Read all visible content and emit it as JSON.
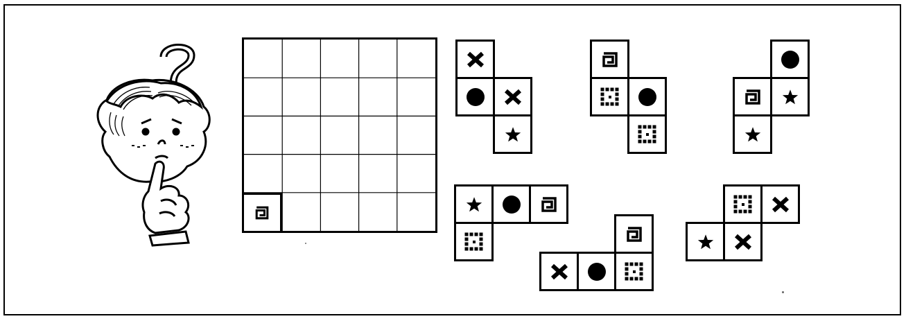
{
  "puzzle": {
    "board": {
      "rows": 5,
      "cols": 5,
      "preplaced": [
        {
          "row": 4,
          "col": 0,
          "symbol": "spiral"
        }
      ]
    },
    "pieces": [
      {
        "id": "piece-1",
        "cells": [
          {
            "r": 0,
            "c": 0,
            "symbol": "cross"
          },
          {
            "r": 1,
            "c": 0,
            "symbol": "circle"
          },
          {
            "r": 1,
            "c": 1,
            "symbol": "cross"
          },
          {
            "r": 2,
            "c": 1,
            "symbol": "star"
          }
        ]
      },
      {
        "id": "piece-2",
        "cells": [
          {
            "r": 0,
            "c": 0,
            "symbol": "spiral"
          },
          {
            "r": 1,
            "c": 0,
            "symbol": "dotted-square"
          },
          {
            "r": 1,
            "c": 1,
            "symbol": "circle"
          },
          {
            "r": 2,
            "c": 1,
            "symbol": "dotted-square"
          }
        ]
      },
      {
        "id": "piece-3",
        "cells": [
          {
            "r": 0,
            "c": 1,
            "symbol": "circle"
          },
          {
            "r": 1,
            "c": 0,
            "symbol": "spiral"
          },
          {
            "r": 1,
            "c": 1,
            "symbol": "star"
          },
          {
            "r": 2,
            "c": 0,
            "symbol": "star"
          }
        ]
      },
      {
        "id": "piece-4",
        "cells": [
          {
            "r": 0,
            "c": 0,
            "symbol": "star"
          },
          {
            "r": 0,
            "c": 1,
            "symbol": "circle"
          },
          {
            "r": 0,
            "c": 2,
            "symbol": "spiral"
          },
          {
            "r": 1,
            "c": 0,
            "symbol": "dotted-square"
          }
        ]
      },
      {
        "id": "piece-5",
        "cells": [
          {
            "r": 0,
            "c": 2,
            "symbol": "spiral"
          },
          {
            "r": 1,
            "c": 0,
            "symbol": "cross"
          },
          {
            "r": 1,
            "c": 1,
            "symbol": "circle"
          },
          {
            "r": 1,
            "c": 2,
            "symbol": "dotted-square"
          }
        ]
      },
      {
        "id": "piece-6",
        "cells": [
          {
            "r": 0,
            "c": 1,
            "symbol": "dotted-square"
          },
          {
            "r": 0,
            "c": 2,
            "symbol": "cross"
          },
          {
            "r": 1,
            "c": 0,
            "symbol": "star"
          },
          {
            "r": 1,
            "c": 1,
            "symbol": "cross"
          }
        ]
      }
    ]
  },
  "character": {
    "name": "thinking-boy",
    "prop": "question-mark"
  },
  "colors": {
    "ink": "#000000",
    "paper": "#ffffff"
  }
}
